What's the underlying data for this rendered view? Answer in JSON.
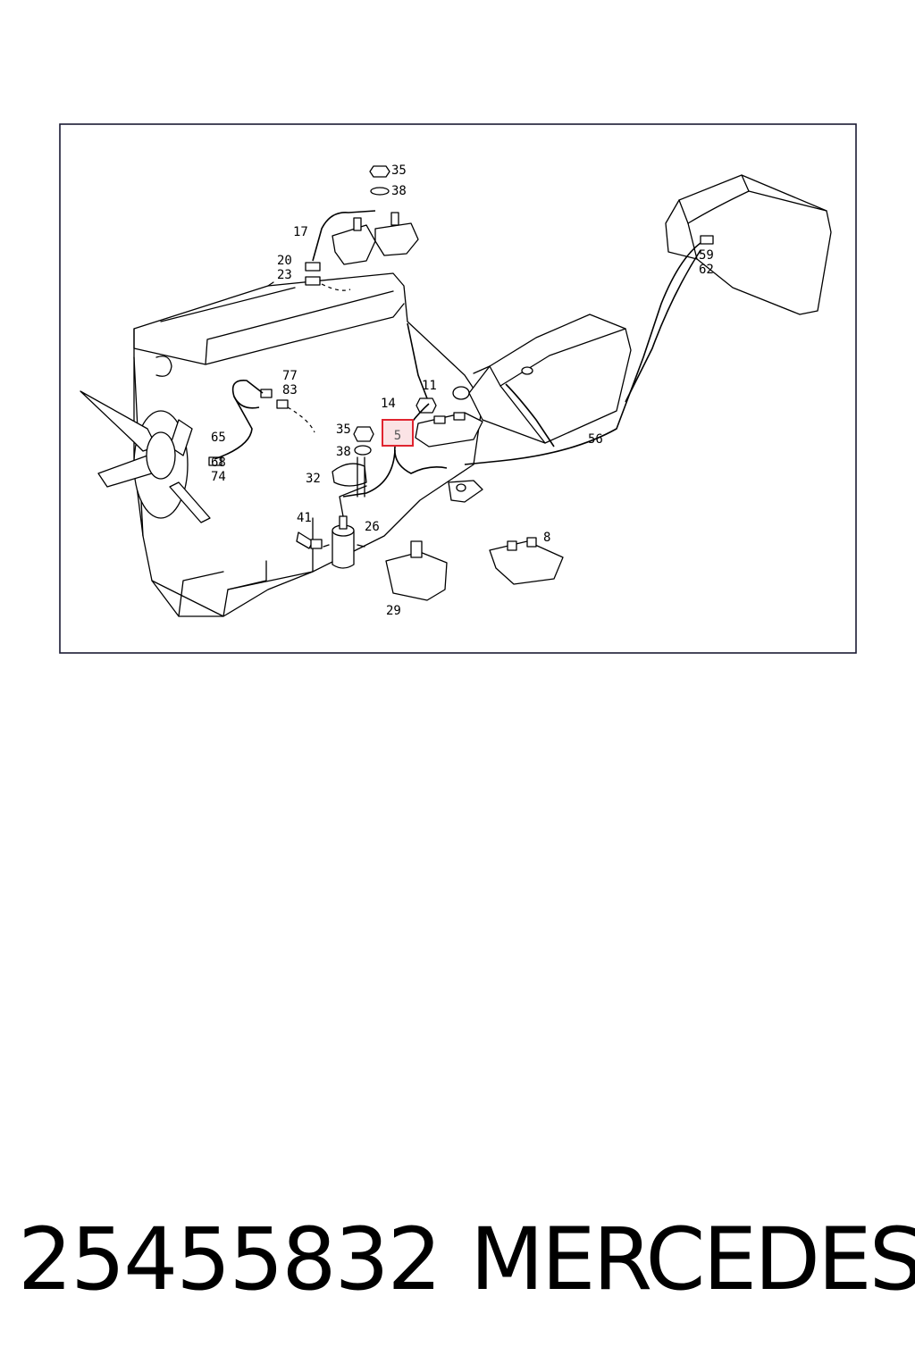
{
  "diagram": {
    "callouts": {
      "c35a": "35",
      "c38a": "38",
      "c17": "17",
      "c20": "20",
      "c23": "23",
      "c59": "59",
      "c62": "62",
      "c77": "77",
      "c83": "83",
      "c11": "11",
      "c14": "14",
      "c35b": "35",
      "c38b": "38",
      "c65": "65",
      "c68": "68",
      "c74": "74",
      "c32": "32",
      "c56": "56",
      "c41": "41",
      "c26": "26",
      "c8": "8",
      "c29": "29"
    },
    "highlighted_callout": "5",
    "highlight_color": "#e0242f"
  },
  "footer": {
    "part_number": "25455832",
    "brand": "MERCEDES"
  }
}
